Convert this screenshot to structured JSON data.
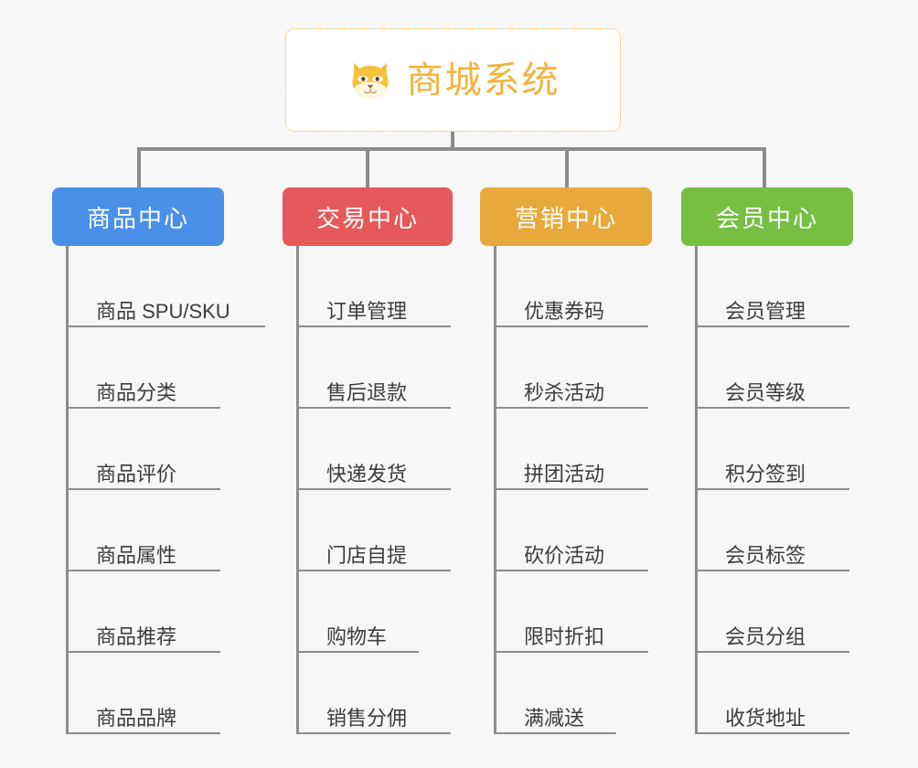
{
  "background_color": "#f7f7f7",
  "root": {
    "title": "商城系统",
    "icon": "shiba-dog-icon",
    "text_color": "#f3b33d",
    "border_color": "#f0ad4e"
  },
  "connector_color": "#8c8c8c",
  "columns": [
    {
      "title": "商品中心",
      "color": "#4a90e8",
      "items": [
        "商品 SPU/SKU",
        "商品分类",
        "商品评价",
        "商品属性",
        "商品推荐",
        "商品品牌"
      ]
    },
    {
      "title": "交易中心",
      "color": "#e5595b",
      "items": [
        "订单管理",
        "售后退款",
        "快递发货",
        "门店自提",
        "购物车",
        "销售分佣"
      ]
    },
    {
      "title": "营销中心",
      "color": "#e8a93c",
      "items": [
        "优惠券码",
        "秒杀活动",
        "拼团活动",
        "砍价活动",
        "限时折扣",
        "满减送"
      ]
    },
    {
      "title": "会员中心",
      "color": "#76bf43",
      "items": [
        "会员管理",
        "会员等级",
        "积分签到",
        "会员标签",
        "会员分组",
        "收货地址"
      ]
    }
  ]
}
